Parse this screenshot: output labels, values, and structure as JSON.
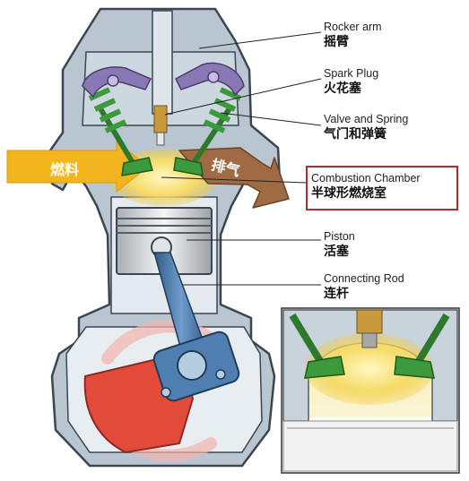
{
  "labels": {
    "rocker_arm": {
      "en": "Rocker arm",
      "zh": "摇臂"
    },
    "spark_plug": {
      "en": "Spark Plug",
      "zh": "火花塞"
    },
    "valve_spring": {
      "en": "Valve and Spring",
      "zh": "气门和弹簧"
    },
    "combustion_chamber": {
      "en": "Combustion Chamber",
      "zh": "半球形燃烧室"
    },
    "piston": {
      "en": "Piston",
      "zh": "活塞"
    },
    "connecting_rod": {
      "en": "Connecting Rod",
      "zh": "连杆"
    }
  },
  "arrows": {
    "intake": "燃料",
    "exhaust": "排气"
  },
  "colors": {
    "engine_body": "#b9c6d2",
    "engine_outline": "#3c4650",
    "valve_green": "#3c9a3c",
    "rocker_purple": "#8a78b4",
    "intake_arrow": "#f2b51d",
    "exhaust_arrow": "#a06a44",
    "crank_red": "#e24b3a",
    "highlight_box": "#b52a2a"
  }
}
